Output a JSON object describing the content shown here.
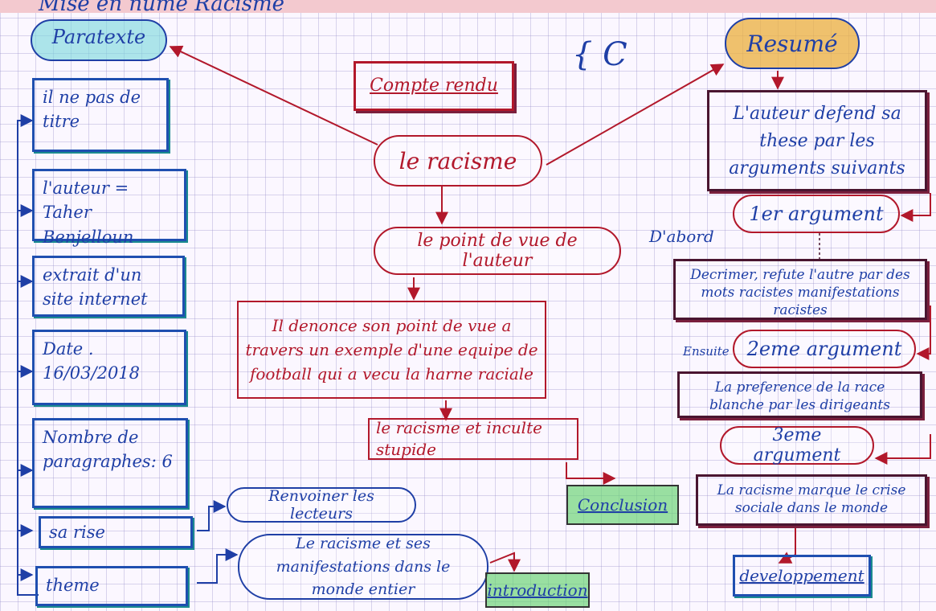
{
  "header": {
    "top_title": "Mise en nume Racisme"
  },
  "left": {
    "paratexte": "Paratexte",
    "boxes": [
      "il ne pas de titre",
      "l'auteur = Taher Benjelloun",
      "extrait d'un site internet",
      "Date . 16/03/2018",
      "Nombre de paragraphes: 6",
      "sa rise",
      "theme"
    ]
  },
  "center": {
    "compte_rendu": "Compte rendu",
    "le_racisme": "le racisme",
    "point_de_vue": "le point de vue de l'auteur",
    "denonce": "Il denonce son point de vue a travers un exemple d'une equipe de football qui a vecu la harne raciale",
    "racisme_stupide": "le racisme et inculte stupide",
    "conclusion": "Conclusion",
    "renvoi": "Renvoiner les lecteurs",
    "theme_text": "Le racisme et ses manifestations dans le monde entier",
    "introduction": "introduction",
    "mark": "{ C"
  },
  "right": {
    "resume": "Resumé",
    "these": "L'auteur defend sa these par les arguments suivants",
    "arg1": "1er argument",
    "dabord": "D'abord",
    "arg1_text": "Decrimer, refute l'autre par des mots racistes manifestations racistes",
    "ensuite": "Ensuite",
    "arg2": "2eme argument",
    "arg2_text": "La preference de la race blanche par les dirigeants",
    "arg3": "3eme argument",
    "arg3_text": "La racisme marque le crise sociale dans le monde",
    "developpement": "developpement"
  },
  "colors": {
    "blue_ink": "#1f3fa6",
    "red_ink": "#b2182b",
    "dark_ink": "#4a1530"
  }
}
